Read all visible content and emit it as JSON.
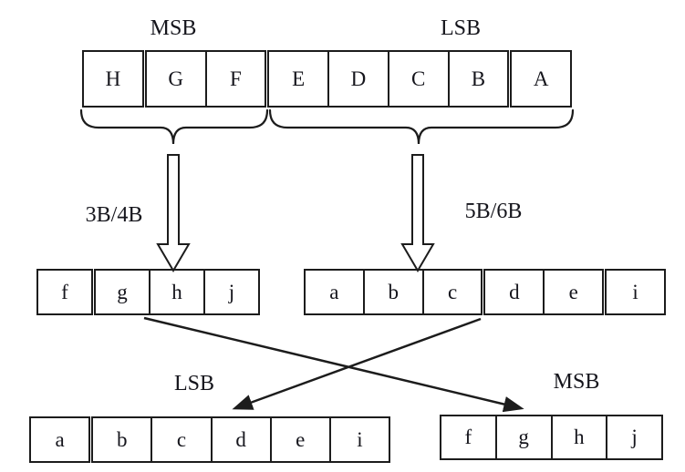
{
  "diagram": {
    "title_hint": "8b/10b sub-block encoding diagram",
    "colors": {
      "line": "#1c1c1c",
      "text": "#15151c",
      "background": "#ffffff"
    },
    "top": {
      "msb_label": "MSB",
      "lsb_label": "LSB",
      "cells": [
        "H",
        "G",
        "F",
        "E",
        "D",
        "C",
        "B",
        "A"
      ]
    },
    "encoders": {
      "left_label": "3B/4B",
      "right_label": "5B/6B"
    },
    "mid_left": {
      "cells": [
        "f",
        "g",
        "h",
        "j"
      ]
    },
    "mid_right": {
      "cells": [
        "a",
        "b",
        "c",
        "d",
        "e",
        "i"
      ]
    },
    "bottom": {
      "lsb_label": "LSB",
      "msb_label": "MSB",
      "left_cells": [
        "a",
        "b",
        "c",
        "d",
        "e",
        "i"
      ],
      "right_cells": [
        "f",
        "g",
        "h",
        "j"
      ]
    }
  }
}
